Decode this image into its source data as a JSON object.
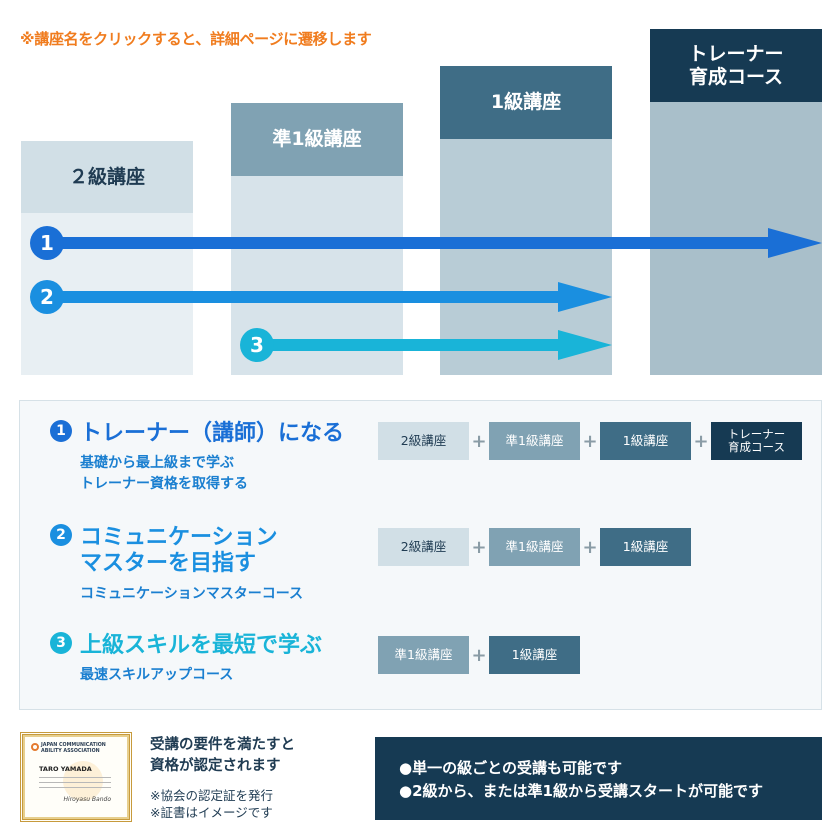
{
  "notice": "※講座名をクリックすると、詳細ページに遷移します",
  "courses": {
    "level2": "２級講座",
    "semi1": "準1級講座",
    "level1": "1級講座",
    "trainer_line1": "トレーナー",
    "trainer_line2": "育成コース"
  },
  "arrow_markers": [
    "1",
    "2",
    "3"
  ],
  "routes": [
    {
      "num": "1",
      "title": "トレーナー（講師）になる",
      "sub_line1": "基礎から最上級まで学ぶ",
      "sub_line2": "トレーナー資格を取得する",
      "chips": [
        "2級講座",
        "準1級講座",
        "1級講座",
        "トレーナー育成コース"
      ],
      "chip_trainer_line1": "トレーナー",
      "chip_trainer_line2": "育成コース"
    },
    {
      "num": "2",
      "title_line1": "コミュニケーション",
      "title_line2": "マスターを目指す",
      "sub_line1": "コミュニケーションマスターコース",
      "chips": [
        "2級講座",
        "準1級講座",
        "1級講座"
      ]
    },
    {
      "num": "3",
      "title": "上級スキルを最短で学ぶ",
      "sub_line1": "最速スキルアップコース",
      "chips": [
        "準1級講座",
        "1級講座"
      ]
    }
  ],
  "plus": "+",
  "certificate": {
    "org_line1": "JAPAN COMMUNICATION",
    "org_line2": "ABILITY ASSOCIATION",
    "name": "TARO YAMADA",
    "signature": "Hiroyasu Bando"
  },
  "cert_text_line1": "受講の要件を満たすと",
  "cert_text_line2": "資格が認定されます",
  "cert_note_line1": "※協会の認定証を発行",
  "cert_note_line2": "※証書はイメージです",
  "info_box": {
    "line1": "●単一の級ごとの受講も可能です",
    "line2": "●2級から、または準1級から受講スタートが可能です"
  },
  "colors": {
    "route1": "#1a6fd6",
    "route2": "#1a8fe0",
    "route3": "#19b4d8",
    "notice": "#f07c1e",
    "navy": "#163a53"
  }
}
